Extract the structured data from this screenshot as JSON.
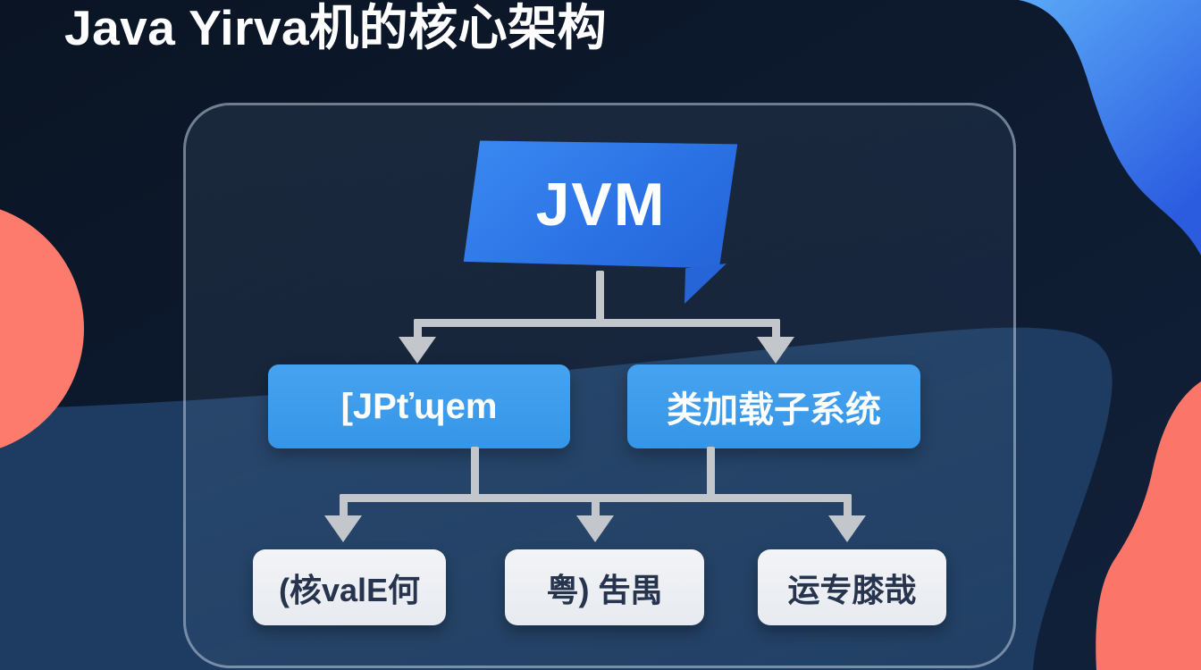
{
  "title": "Java Yirva机的核心架构",
  "diagram": {
    "root": {
      "label": "JVM"
    },
    "children": [
      {
        "label": "[JPťɰem"
      },
      {
        "label": "类加载子系统"
      }
    ],
    "leaves": [
      {
        "label": "(核valE何"
      },
      {
        "label": "粤) 吿禺"
      },
      {
        "label": "运专膝哉"
      }
    ]
  },
  "colors": {
    "background_dark": "#0d1a2e",
    "background_light": "#1e3c61",
    "root_node_blue": "#2a71e4",
    "child_node_blue": "#3e9ceb",
    "leaf_background": "#edeff3",
    "leaf_text": "#27344e",
    "connector_gray": "#c3c7cc",
    "blob_salmon": "#fc7b6c",
    "blob_blue_top": "#5aa8f7",
    "blob_blue_bottom": "#2b5ce0",
    "title_text": "#ffffff"
  }
}
